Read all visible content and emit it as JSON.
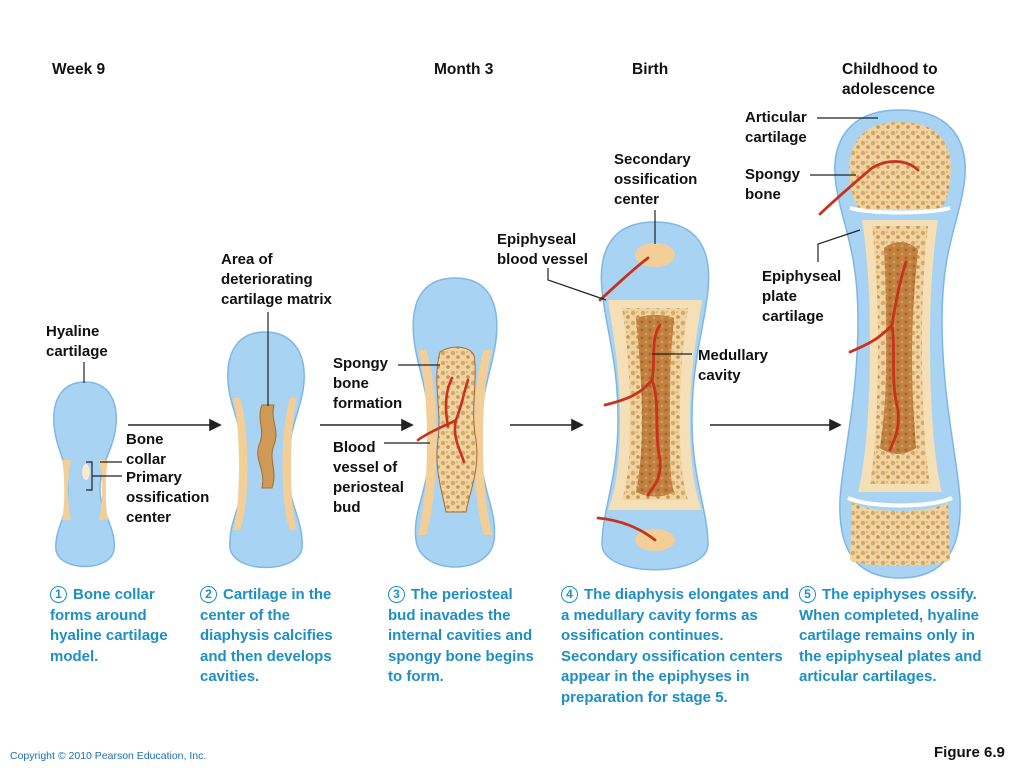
{
  "colors": {
    "cartilage": "#a9d3f2",
    "cartilage_edge": "#7fb7e4",
    "bone_collar": "#f3cf97",
    "spongy_bone": "#cf9a55",
    "medullary": "#c27e3e",
    "vessel": "#c8321c",
    "caption_blue": "#1d8fc4"
  },
  "stages": [
    {
      "heading": "Week 9",
      "number": "1",
      "caption": "Bone collar forms around hyaline cartilage model."
    },
    {
      "heading": "",
      "number": "2",
      "caption": "Cartilage in the center of the diaphysis calcifies and then develops cavities."
    },
    {
      "heading": "Month 3",
      "number": "3",
      "caption": "The periosteal bud inavades the internal cavities and spongy bone begins to form."
    },
    {
      "heading": "Birth",
      "number": "4",
      "caption": "The diaphysis elongates and a medullary cavity forms as ossification continues. Secondary ossification centers appear in the epiphyses in preparation for stage 5."
    },
    {
      "heading": "Childhood to\nadolescence",
      "number": "5",
      "caption": "The epiphyses ossify. When completed, hyaline cartilage remains only in the epiphyseal plates and articular cartilages."
    }
  ],
  "labels": {
    "hyaline_cartilage": "Hyaline\ncartilage",
    "bone_collar": "Bone\ncollar",
    "primary_ossification_center": "Primary\nossification\ncenter",
    "deteriorating_matrix": "Area of\ndeteriorating\ncartilage matrix",
    "spongy_bone_formation": "Spongy\nbone\nformation",
    "blood_vessel_periosteal_bud": "Blood\nvessel of\nperiosteal\nbud",
    "epiphyseal_blood_vessel": "Epiphyseal\nblood vessel",
    "secondary_ossification_center": "Secondary\nossification\ncenter",
    "medullary_cavity": "Medullary\ncavity",
    "articular_cartilage": "Articular\ncartilage",
    "spongy_bone": "Spongy\nbone",
    "epiphyseal_plate_cartilage": "Epiphyseal\nplate\ncartilage"
  },
  "footer": {
    "copyright": "Copyright © 2010 Pearson Education, Inc.",
    "figure": "Figure 6.9"
  }
}
